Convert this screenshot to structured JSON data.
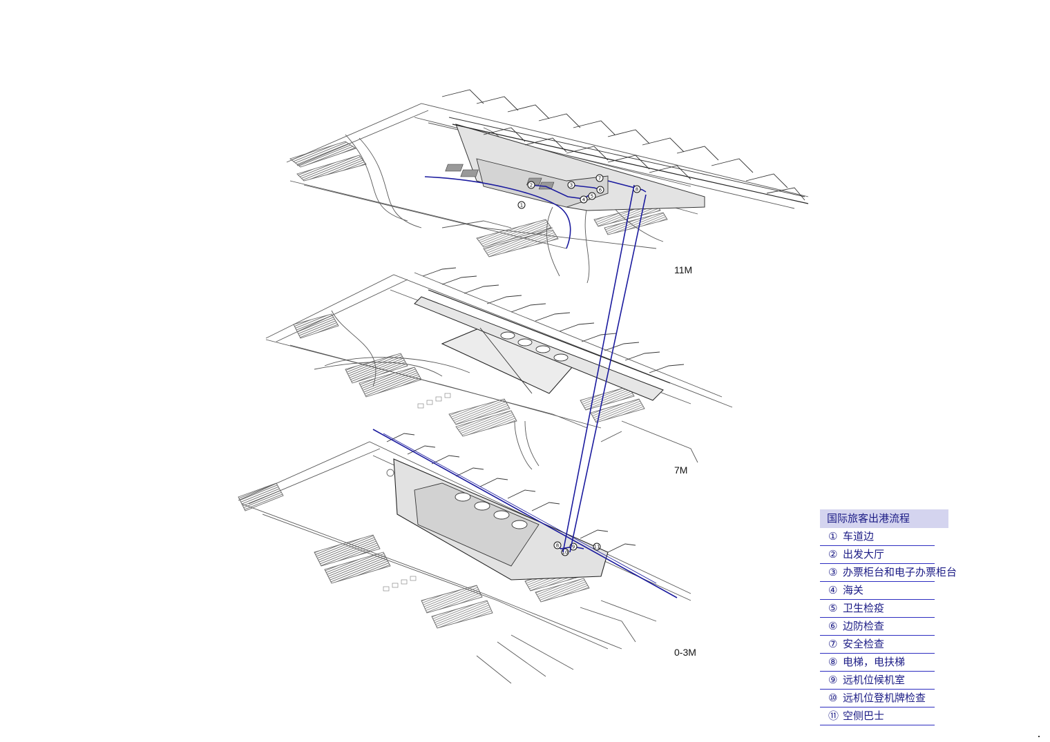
{
  "levels": {
    "upper": "11M",
    "middle": "7M",
    "lower": "0-3M"
  },
  "legend": {
    "title": "国际旅客出港流程",
    "items": [
      {
        "num": "①",
        "text": "车道边"
      },
      {
        "num": "②",
        "text": "出发大厅"
      },
      {
        "num": "③",
        "text": "办票柜台和电子办票柜台"
      },
      {
        "num": "④",
        "text": "海关"
      },
      {
        "num": "⑤",
        "text": "卫生检疫"
      },
      {
        "num": "⑥",
        "text": "边防检查"
      },
      {
        "num": "⑦",
        "text": "安全检查"
      },
      {
        "num": "⑧",
        "text": "电梯，电扶梯"
      },
      {
        "num": "⑨",
        "text": "远机位候机室"
      },
      {
        "num": "⑩",
        "text": "远机位登机牌检查"
      },
      {
        "num": "⑪",
        "text": "空侧巴士"
      }
    ]
  },
  "markers_upper": [
    "1",
    "2",
    "3",
    "4",
    "5",
    "6",
    "7",
    "8"
  ],
  "markers_lower": [
    "8",
    "9",
    "10",
    "11"
  ],
  "colors": {
    "flow": "#1a1a9e",
    "line": "#444444",
    "fill": "#dedede",
    "legend_bg": "#d4d4ef"
  }
}
